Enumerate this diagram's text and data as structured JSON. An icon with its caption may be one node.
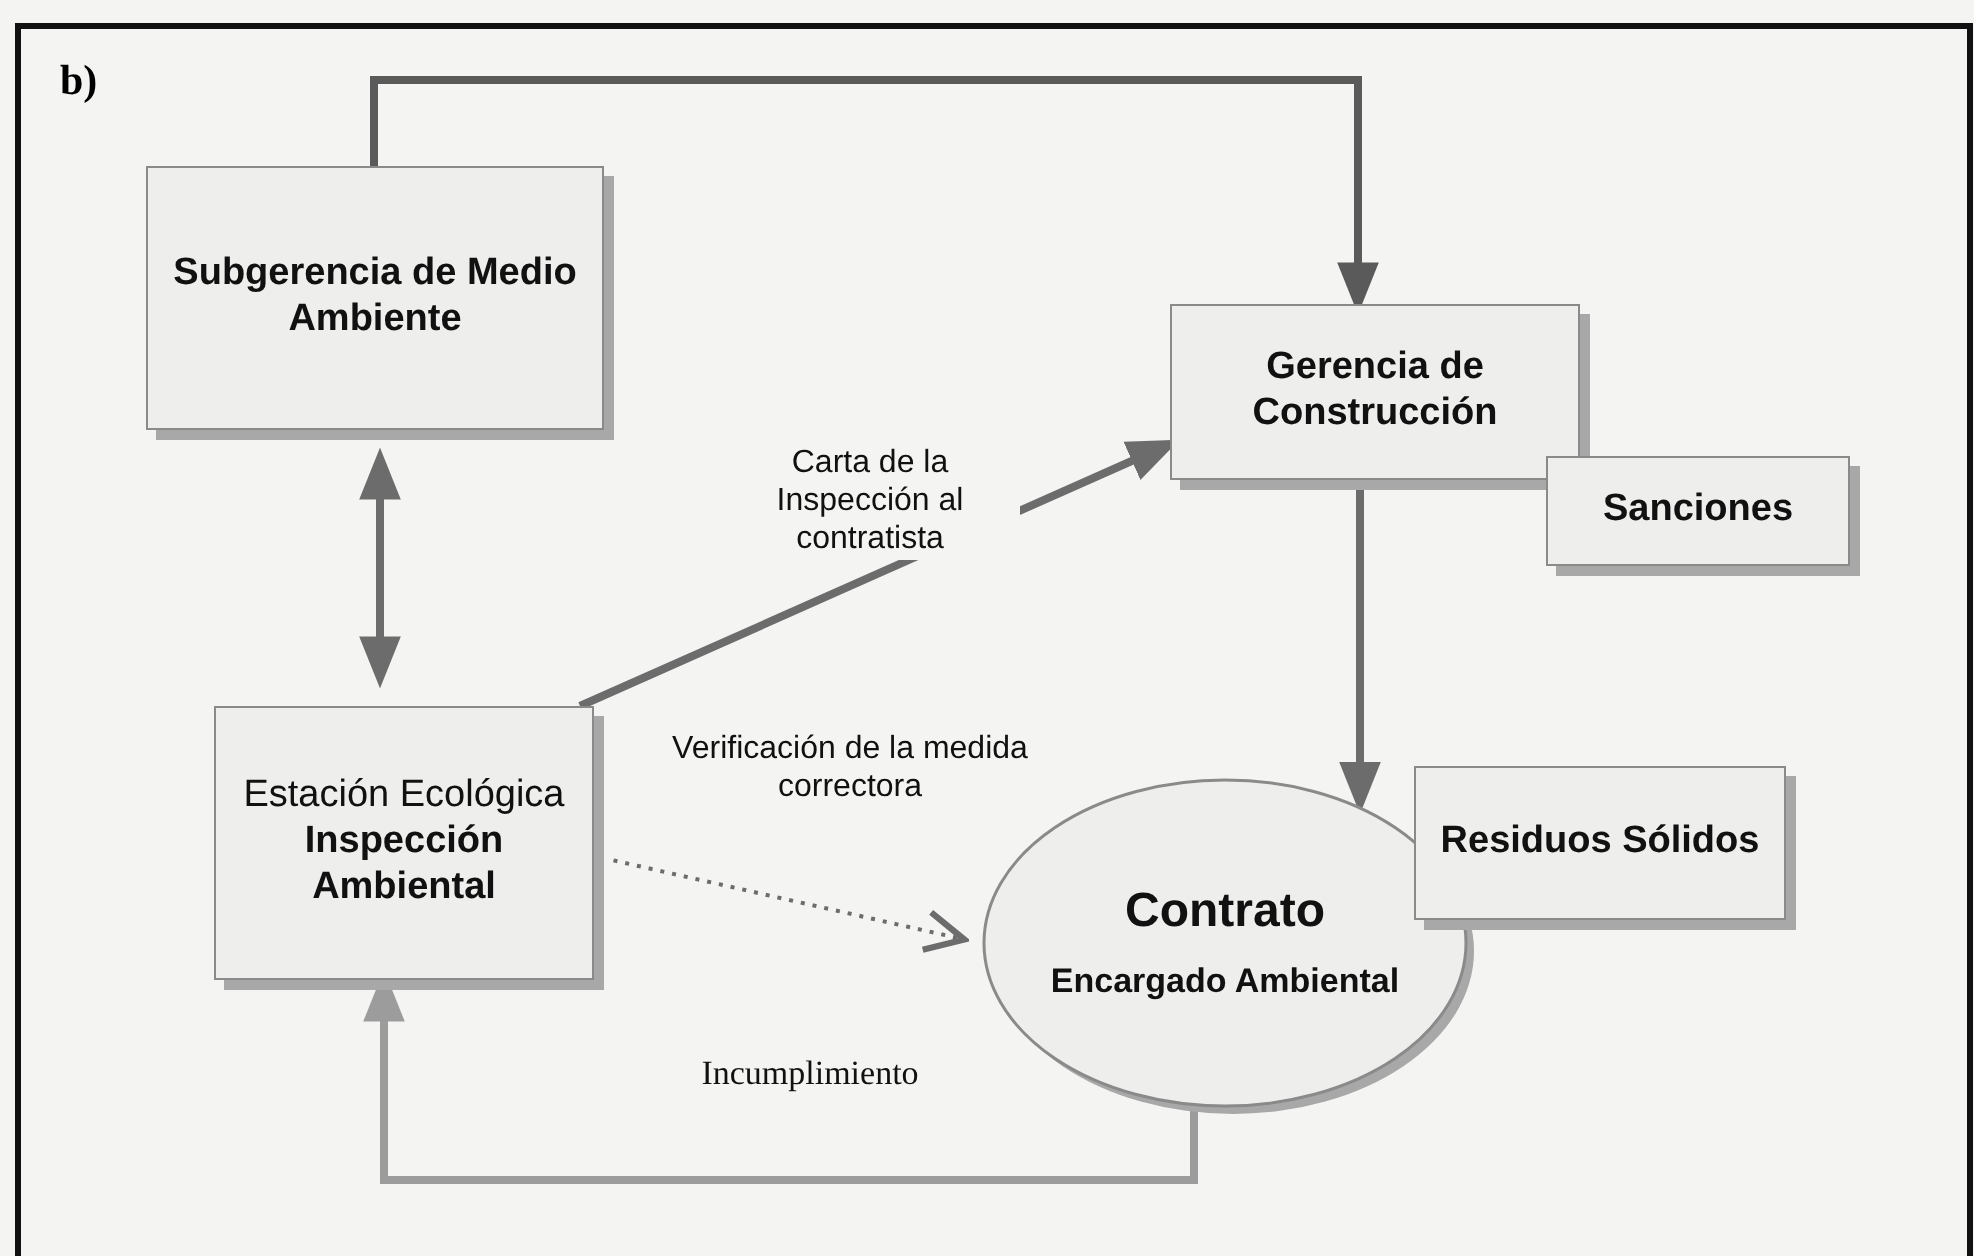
{
  "diagram": {
    "title": "b)",
    "nodes": [
      {
        "text": [
          "Subgerencia de Medio Ambiente"
        ]
      },
      {
        "text": [
          "Gerencia de Construcción"
        ]
      },
      {
        "text": [
          "Sanciones"
        ]
      },
      {
        "text": [
          "Estación Ecológica",
          "Inspección Ambiental"
        ]
      },
      {
        "text": [
          "Contrato",
          "Encargado Ambiental"
        ]
      },
      {
        "text": [
          "Residuos Sólidos"
        ]
      }
    ],
    "edges": [
      {
        "from": 0,
        "to": 1,
        "arrow": "to",
        "color": "#5a5a5a"
      },
      {
        "from": 0,
        "to": 3,
        "arrow": "both"
      },
      {
        "from": 3,
        "to": 1,
        "arrow": "to",
        "label": "Carta de la Inspección al contratista"
      },
      {
        "from": 1,
        "to": 4,
        "arrow": "to"
      },
      {
        "from": 3,
        "to": 4,
        "arrow": "to",
        "style": "dashed",
        "label": "Verificación de la medida correctora"
      },
      {
        "from": 4,
        "to": 3,
        "arrow": "to",
        "color": "#9c9c9c",
        "label": "Incumplimiento"
      }
    ]
  }
}
